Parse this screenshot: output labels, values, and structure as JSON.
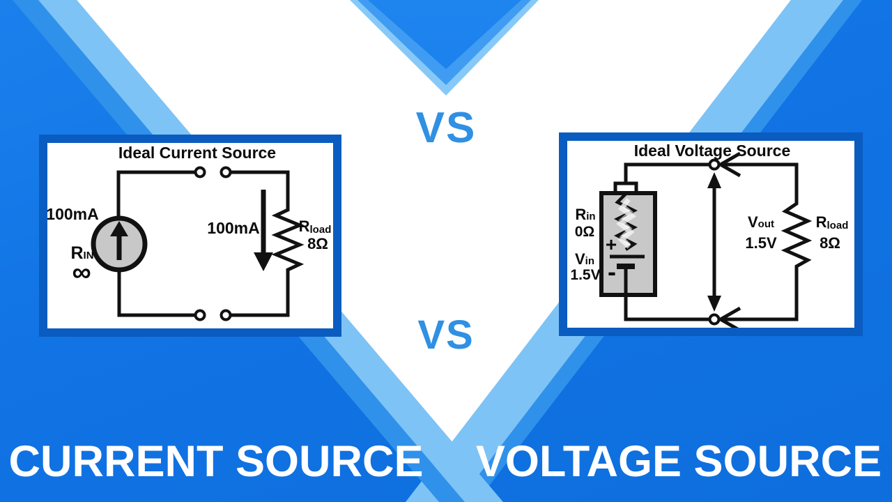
{
  "vs": {
    "top": "VS",
    "middle": "VS"
  },
  "captions": {
    "left": "CURRENT SOURCE",
    "right": "VOLTAGE SOURCE"
  },
  "left_circuit": {
    "title": "Ideal Current Source",
    "source_current": "100mA",
    "rin_base": "R",
    "rin_sub": "IN",
    "rin_value": "∞",
    "branch_current": "100mA",
    "rload_base": "R",
    "rload_sub": "load",
    "rload_value": "8Ω"
  },
  "right_circuit": {
    "title": "Ideal Voltage Source",
    "rin_base": "R",
    "rin_sub": "in",
    "rin_value": "0Ω",
    "vin_base": "V",
    "vin_sub": "in",
    "vin_value": "1.5V",
    "plus": "+",
    "minus": "-",
    "vout_base": "V",
    "vout_sub": "out",
    "vout_value": "1.5V",
    "rload_base": "R",
    "rload_sub": "load",
    "rload_value": "8Ω"
  },
  "colors": {
    "background_blue": "#1173e4",
    "stripe_medium": "#2f91ea",
    "stripe_light": "#7ec3f5",
    "center_v_white": "#ffffff",
    "vs_text_blue": "#2f90e4",
    "panel_border_blue": "#0a5cc0",
    "caption_text": "#ffffff",
    "circuit_ink": "#111111",
    "component_gray": "#c8c8c8"
  }
}
